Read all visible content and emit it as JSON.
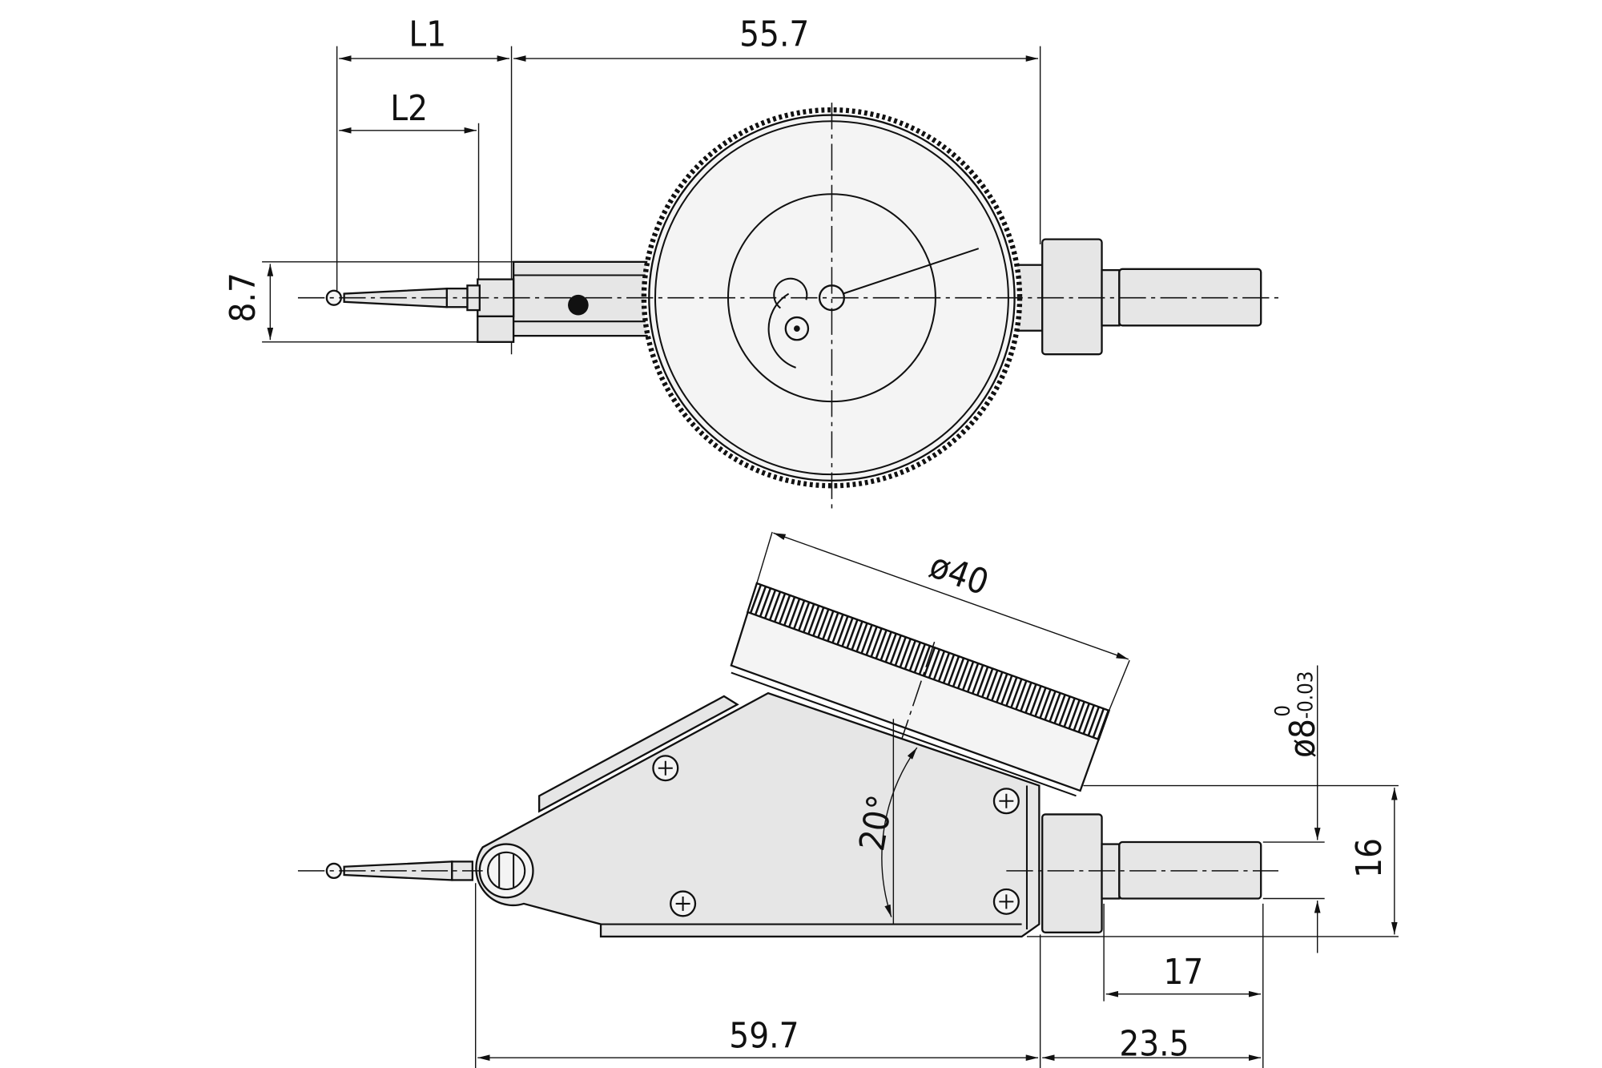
{
  "title": "Lever-type dial test indicator dimensional drawing",
  "dimensions": {
    "l1": "L1",
    "l2": "L2",
    "overall_top": "55.7",
    "stylus_height": "8.7",
    "dial_diameter": "ø40",
    "stem_diameter": "ø8",
    "stem_tol_upper": "0",
    "stem_tol_lower": "-0.03",
    "stem_height": "16",
    "tilt_angle": "20°",
    "stem_length": "17",
    "body_length": "59.7",
    "rear_length": "23.5"
  }
}
